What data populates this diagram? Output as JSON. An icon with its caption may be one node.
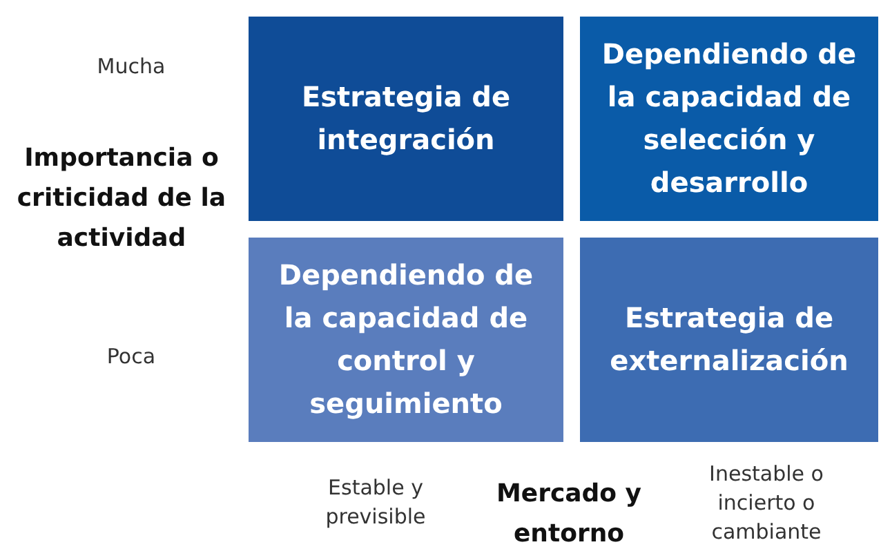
{
  "diagram": {
    "nodes": [
      {
        "text": [
          "Estrategia de integración"
        ]
      },
      {
        "text": [
          "Dependiendo de la capacidad de selección y desarrollo"
        ]
      },
      {
        "text": [
          "Dependiendo de la capacidad de control y seguimiento"
        ]
      },
      {
        "text": [
          "Estrategia de externalización"
        ]
      }
    ],
    "labels": [
      "Mucha",
      "Importancia o criticidad de la actividad",
      "Poca",
      "Estable y previsible",
      "Mercado y entorno",
      "Inestable o incierto o cambiante"
    ]
  }
}
